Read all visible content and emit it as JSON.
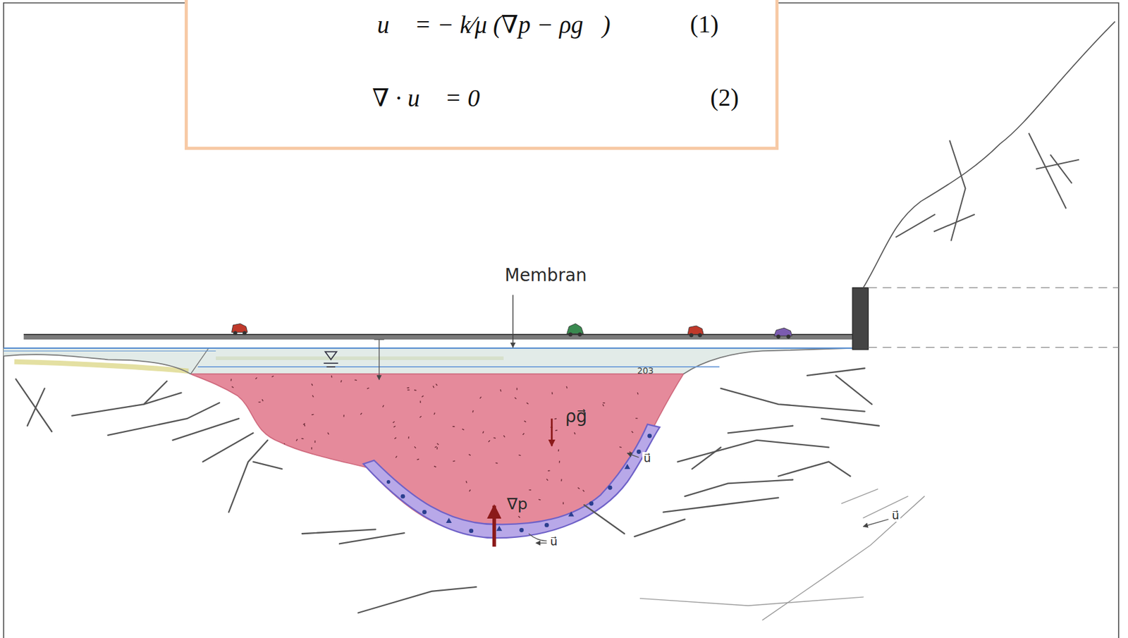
{
  "diagram": {
    "nodes": [
      {
        "text": [
          "u⃗ = − k⁄μ (∇p − ρg⃗)",
          "(1)",
          "∇ · u⃗ = 0",
          "(2)"
        ]
      }
    ],
    "labels": [
      "Membran",
      "203",
      "ρg⃗",
      "∇p",
      "u⃗",
      "u⃗",
      "u⃗"
    ]
  }
}
